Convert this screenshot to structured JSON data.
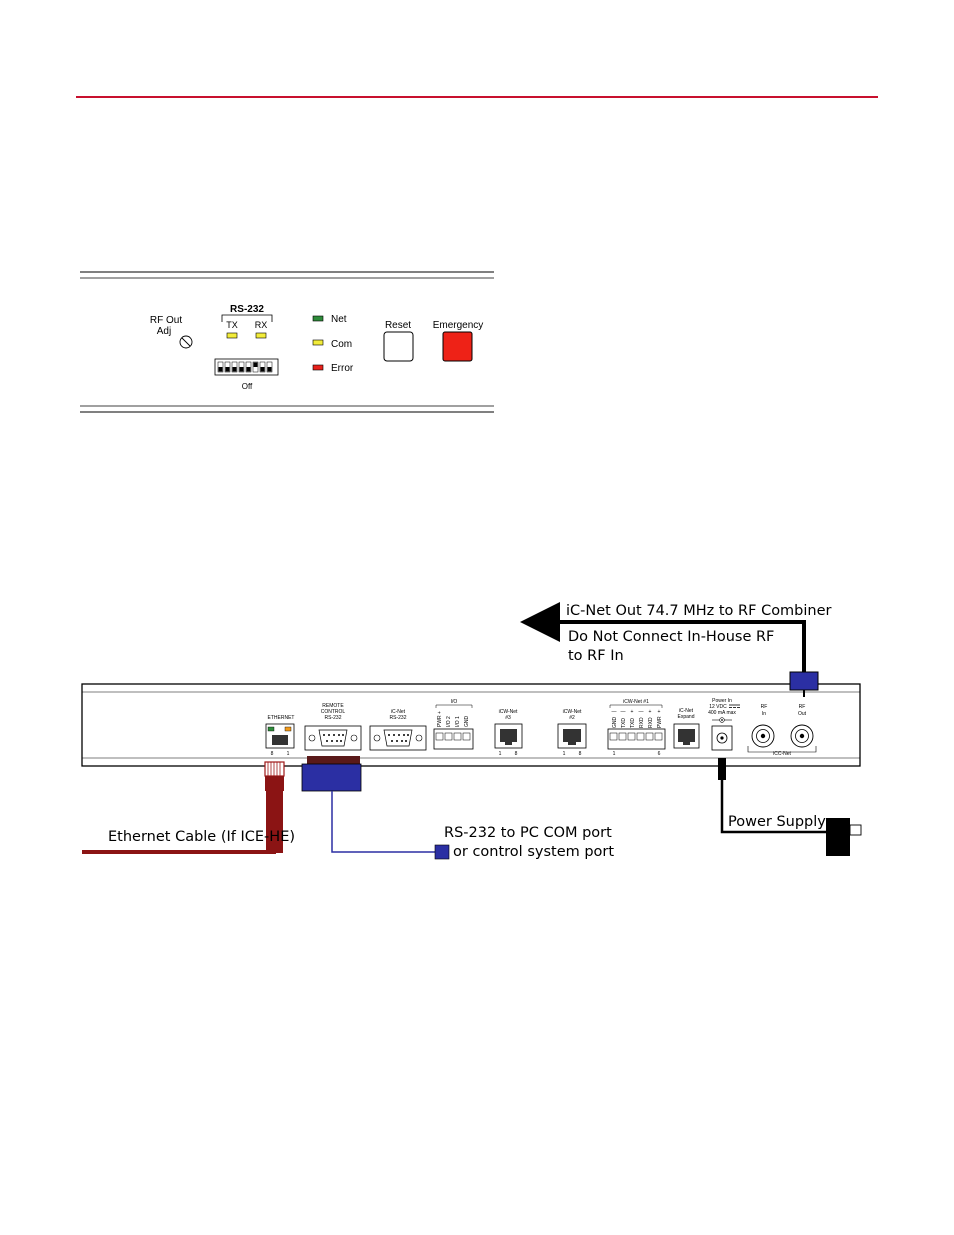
{
  "colors": {
    "accent_rule": "#c8102e",
    "led_green": "#2e8b3a",
    "led_yellow": "#f2ec3a",
    "led_red": "#e8211b",
    "emergency_button": "#ee2217",
    "ethernet_cable": "#8b1414",
    "rs232_cable": "#2b2fa3",
    "connector_blue": "#2b2fa3"
  },
  "front_panel": {
    "rf_out_adj": "RF Out",
    "rf_out_adj_2": "Adj",
    "rs232_title": "RS-232",
    "tx": "TX",
    "rx": "RX",
    "dip_off": "Off",
    "led_net": "Net",
    "led_com": "Com",
    "led_error": "Error",
    "reset": "Reset",
    "emergency": "Emergency"
  },
  "rear_panel": {
    "ethernet": "ETHERNET",
    "eth_pin_8": "8",
    "eth_pin_1": "1",
    "remote_control_1": "REMOTE",
    "remote_control_2": "CONTROL",
    "remote_control_3": "RS-232",
    "icnet_rs232_1": "iC-Net",
    "icnet_rs232_2": "RS-232",
    "io": "I/O",
    "io_pins": [
      "PWR +",
      "I/O 2",
      "I/O 1",
      "GND"
    ],
    "icw_net3_1": "iCW-Net",
    "icw_net3_2": "#3",
    "icw_net2_1": "iCW-Net",
    "icw_net2_2": "#2",
    "pin_1": "1",
    "pin_8": "8",
    "icw_net1": "iCW-Net #1",
    "icw_net1_pins": [
      "GND",
      "TXD",
      "TXD",
      "RXD",
      "RXD",
      "PWR"
    ],
    "icw_net1_signs": [
      "—",
      "—",
      "+",
      "—",
      "+",
      "+"
    ],
    "pin_6": "6",
    "icnet_expand_1": "iC-Net",
    "icnet_expand_2": "Expand",
    "power_in_1": "Power In",
    "power_in_2": "12 VDC",
    "power_in_3": "400 mA max",
    "rf_in_1": "RF",
    "rf_in_2": "In",
    "rf_out_1": "RF",
    "rf_out_2": "Out",
    "icc_net": "iCC-Net"
  },
  "callouts": {
    "icnet_out": "iC-Net Out 74.7 MHz to RF Combiner",
    "do_not_connect_1": "Do Not Connect In-House RF",
    "do_not_connect_2": "to RF In",
    "ethernet_cable": "Ethernet Cable (If ICE-HE)",
    "rs232_pc_1": "RS-232 to PC COM port",
    "rs232_pc_2": "or control system port",
    "power_supply": "Power Supply"
  }
}
